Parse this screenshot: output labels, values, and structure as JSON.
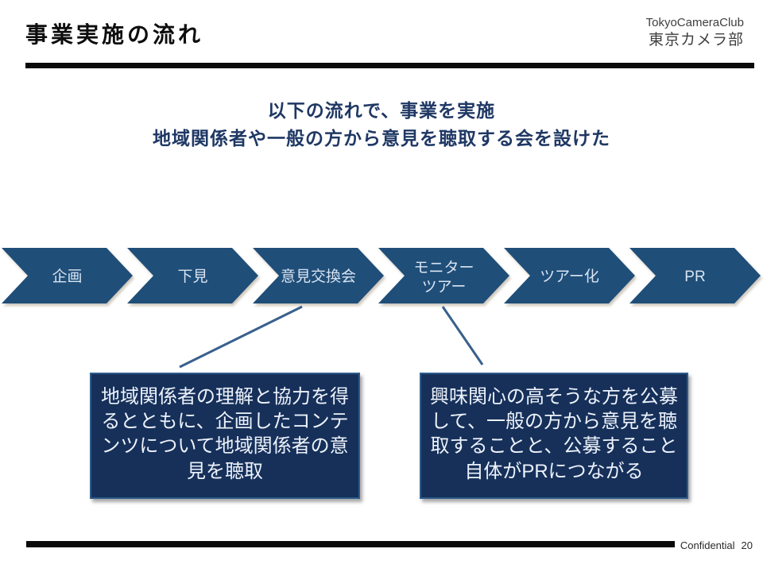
{
  "slide": {
    "title": "事業実施の流れ",
    "logo": {
      "line1": "TokyoCameraClub",
      "line2": "東京カメラ部"
    },
    "subtitle": {
      "line1": "以下の流れで、事業を実施",
      "line2": "地域関係者や一般の方から意見を聴取する会を設けた"
    },
    "flow": {
      "type": "process-chevrons",
      "steps": [
        {
          "label": "企画"
        },
        {
          "label": "下見"
        },
        {
          "label": "意見交換会"
        },
        {
          "label": "モニター\nツアー"
        },
        {
          "label": "ツアー化"
        },
        {
          "label": "PR"
        }
      ]
    },
    "callouts": [
      {
        "connects_to": "意見交換会",
        "text": "地域関係者の理解と協力を得るとともに、企画したコンテンツについて地域関係者の意見を聴取"
      },
      {
        "connects_to": "モニターツアー",
        "text": "興味関心の高そうな方を公募して、一般の方から意見を聴取することと、公募すること自体がPRにつながる"
      }
    ],
    "footer": {
      "label": "Confidential",
      "page": "20"
    },
    "colors": {
      "chevron": "#1F4E79",
      "chevron_text": "#D9E4F1",
      "box_fill": "#16305A",
      "box_border": "#2F5C8C",
      "accent_text": "#1F3864",
      "connector": "#38608C"
    }
  }
}
